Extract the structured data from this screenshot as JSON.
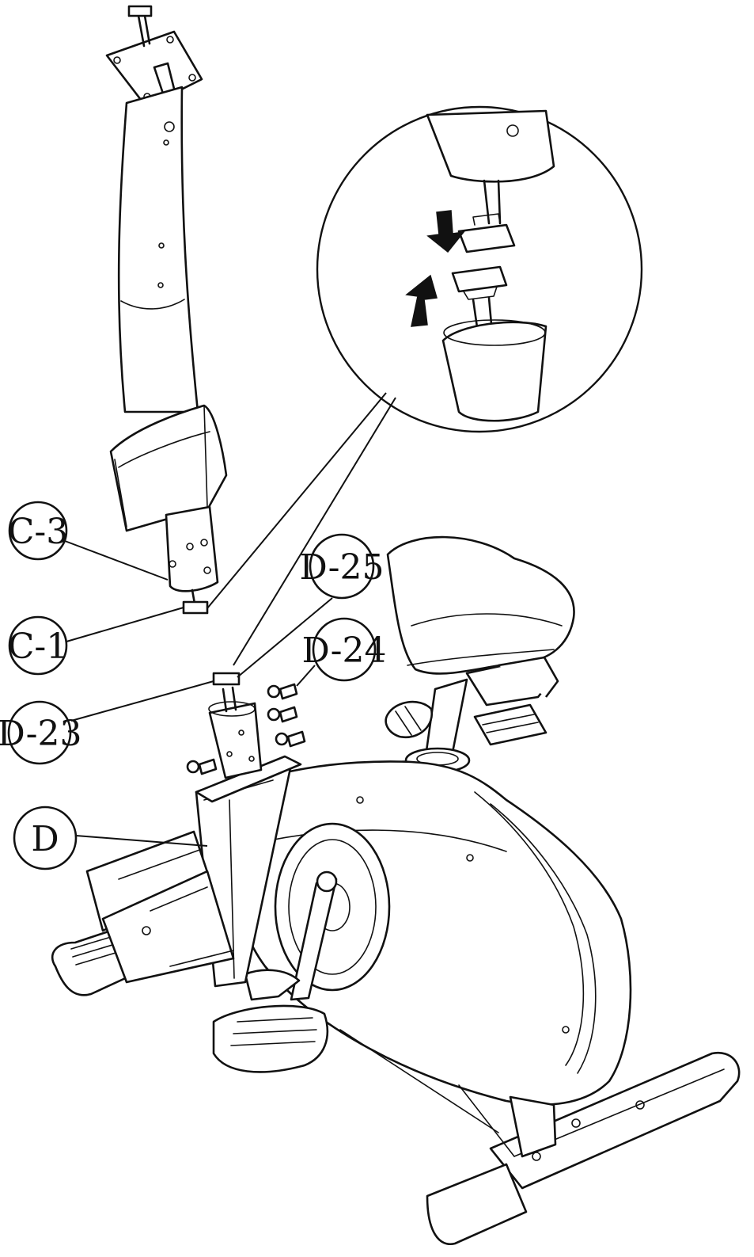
{
  "diagram": {
    "callouts": [
      {
        "id": "c3",
        "label": "C-3"
      },
      {
        "id": "c1",
        "label": "C-1"
      },
      {
        "id": "d23",
        "label": "D-23"
      },
      {
        "id": "d25",
        "label": "D-25"
      },
      {
        "id": "d24",
        "label": "D-24"
      },
      {
        "id": "d",
        "label": "D"
      }
    ],
    "detail_view": {
      "arrows": [
        "down-arrow",
        "up-arrow"
      ]
    },
    "colors": {
      "line": "#111111",
      "background": "#ffffff"
    }
  }
}
